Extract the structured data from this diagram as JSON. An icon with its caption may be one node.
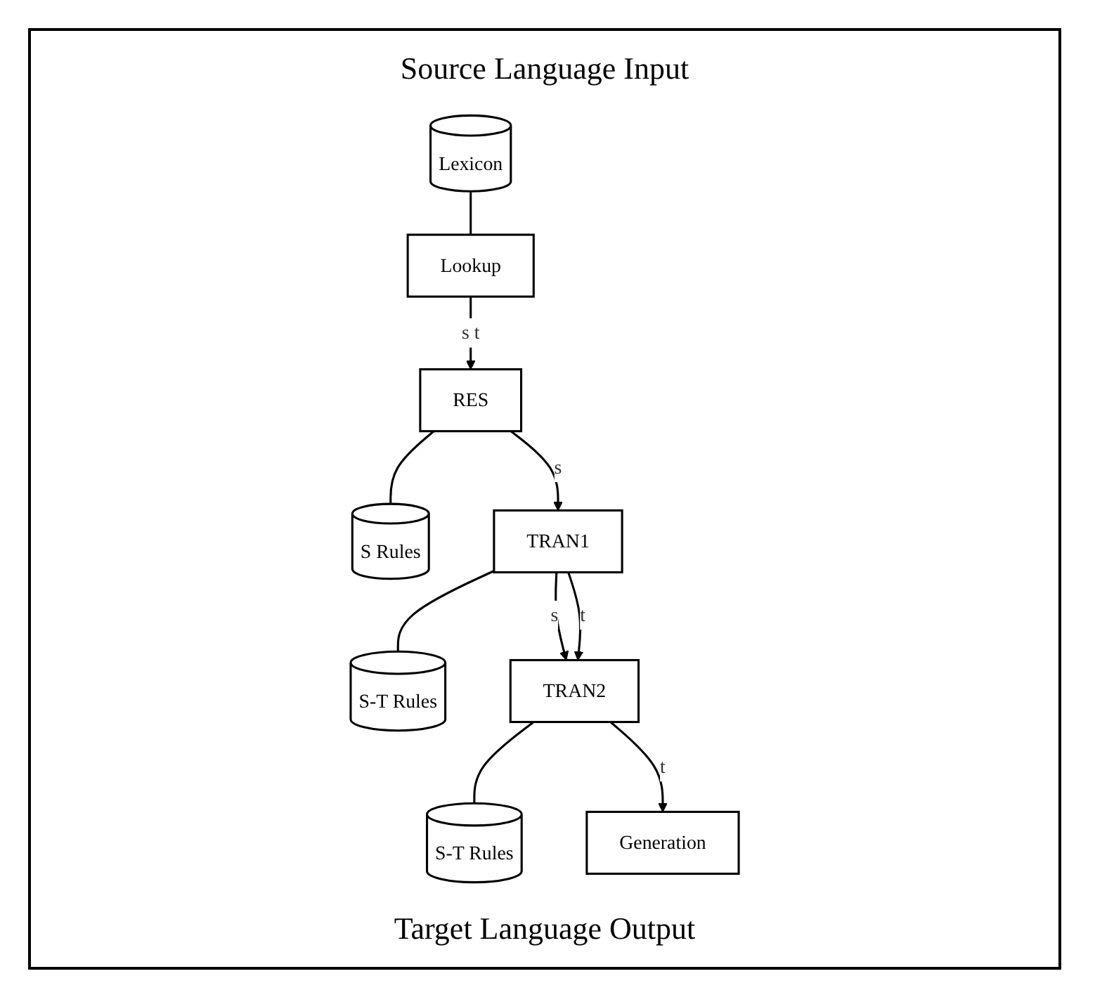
{
  "diagram": {
    "nodes": [
      {
        "text": [
          "Lexicon"
        ]
      },
      {
        "text": [
          "Lookup"
        ]
      },
      {
        "text": [
          "RES"
        ]
      },
      {
        "text": [
          "S Rules"
        ]
      },
      {
        "text": [
          "TRAN1"
        ]
      },
      {
        "text": [
          "S-T Rules"
        ]
      },
      {
        "text": [
          "TRAN2"
        ]
      },
      {
        "text": [
          "S-T Rules"
        ]
      },
      {
        "text": [
          "Generation"
        ]
      }
    ],
    "edges": [
      {
        "from": 0,
        "to": 1,
        "arrow": "none"
      },
      {
        "from": 1,
        "to": 2,
        "arrow": "to",
        "label": "s t"
      },
      {
        "from": 2,
        "to": 3,
        "arrow": "none"
      },
      {
        "from": 2,
        "to": 4,
        "arrow": "to",
        "label": "s"
      },
      {
        "from": 4,
        "to": 5,
        "arrow": "none"
      },
      {
        "from": 4,
        "to": 6,
        "arrow": "to",
        "label": "s"
      },
      {
        "from": 4,
        "to": 6,
        "arrow": "to",
        "label": "t"
      },
      {
        "from": 6,
        "to": 7,
        "arrow": "none"
      },
      {
        "from": 6,
        "to": 8,
        "arrow": "to",
        "label": "t"
      }
    ],
    "labels": [
      "Source Language Input",
      "Target Language Output"
    ]
  }
}
